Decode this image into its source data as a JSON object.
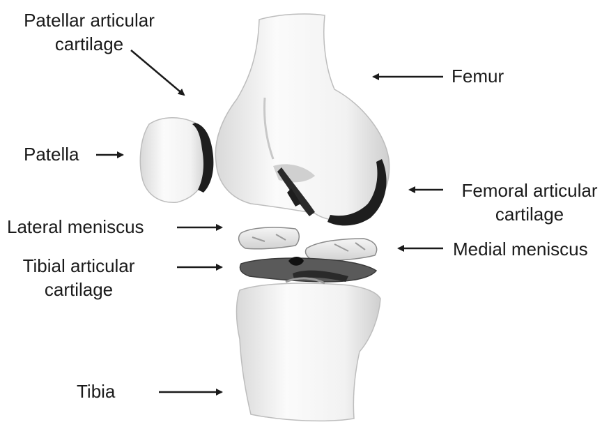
{
  "labels": {
    "patellar_articular_cartilage": [
      "Patellar articular",
      "cartilage"
    ],
    "femur": "Femur",
    "patella": "Patella",
    "femoral_articular_cartilage": [
      "Femoral articular",
      "cartilage"
    ],
    "lateral_meniscus": "Lateral meniscus",
    "medial_meniscus": "Medial meniscus",
    "tibial_articular_cartilage": [
      "Tibial articular",
      "cartilage"
    ],
    "tibia": "Tibia"
  },
  "colors": {
    "bone_light": "#f6f6f6",
    "bone_shade": "#c9c9c9",
    "cartilage": "#1e1e1e",
    "text": "#1a1a1a"
  }
}
